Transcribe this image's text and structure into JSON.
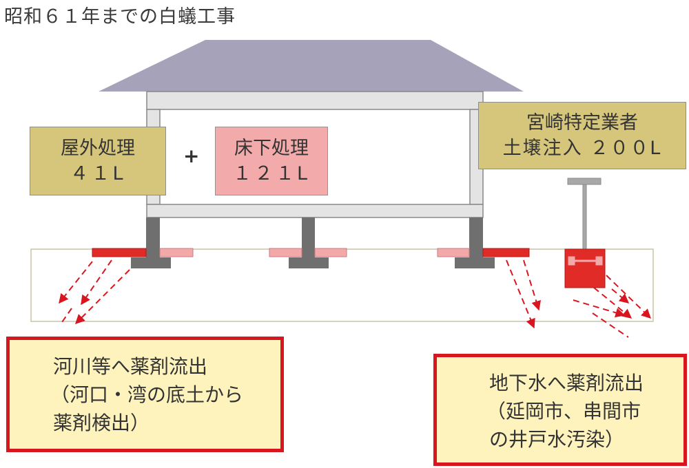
{
  "title": "昭和６１年までの白蟻工事",
  "outside_treatment": {
    "line1": "屋外処理",
    "line2": "４１L"
  },
  "plus_sign": "+",
  "underfloor_treatment": {
    "line1": "床下処理",
    "line2": "１２１L"
  },
  "miyazaki_contractor": {
    "line1": "宮崎特定業者",
    "line2": "土壌注入 ２００L"
  },
  "river_outflow": {
    "line1": "河川等へ薬剤流出",
    "line2": "（河口・湾の底土から",
    "line3": "薬剤検出）"
  },
  "groundwater_outflow": {
    "line1": "地下水へ薬剤流出",
    "line2": "（延岡市、串間市",
    "line3": "の井戸水汚染）"
  },
  "colors": {
    "roof": "#a6a2b9",
    "house_frame": "#e4e4e4",
    "house_outline": "#888888",
    "pillar": "#6f6f6f",
    "chemical_red": "#e12b27",
    "chemical_pink": "#f3a9a9",
    "arrow_red": "#d7161f",
    "box_tan": "#d6c67c",
    "box_pink": "#f3aaaa",
    "box_yellow": "#fff3bd"
  }
}
